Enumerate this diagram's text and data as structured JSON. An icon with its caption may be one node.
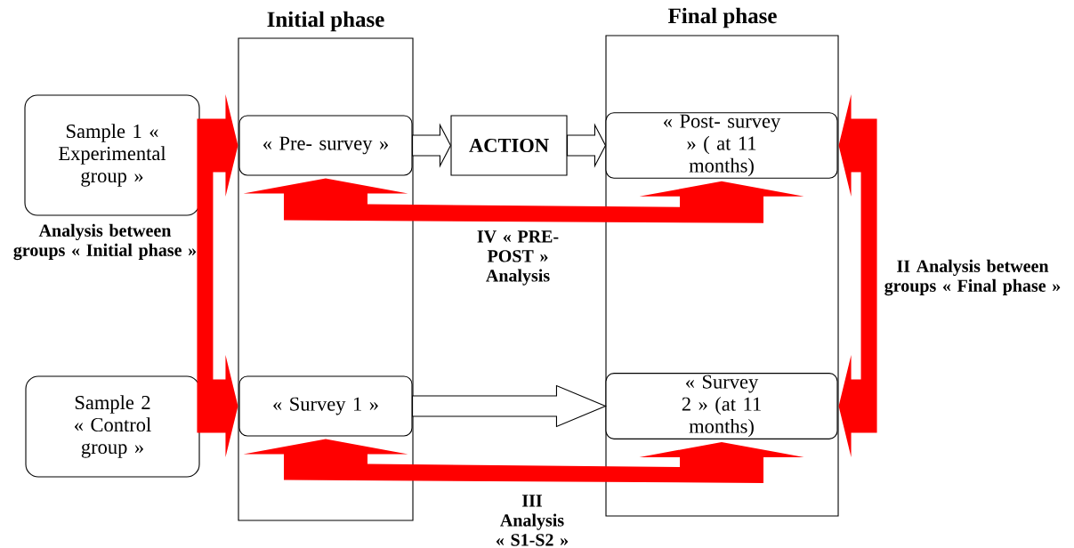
{
  "diagram": {
    "nodes": [
      {
        "text": [
          "Initial phase"
        ]
      },
      {
        "text": [
          "Final phase"
        ]
      },
      {
        "text": [
          "Sample 1 « Experimental group »"
        ]
      },
      {
        "text": [
          "Sample 2 « Control group »"
        ]
      },
      {
        "text": [
          "« Pre- survey »"
        ],
        "in": 0
      },
      {
        "text": [
          "« Survey 1 »"
        ],
        "in": 0
      },
      {
        "text": [
          "ACTION"
        ]
      },
      {
        "text": [
          "« Post- survey » ( at 11 months)"
        ],
        "in": 1
      },
      {
        "text": [
          "« Survey 2 » (at 11 months)"
        ],
        "in": 1
      }
    ],
    "edges": [
      {
        "from": 4,
        "to": 6,
        "arrow": "to"
      },
      {
        "from": 6,
        "to": 7,
        "arrow": "to"
      },
      {
        "from": 5,
        "to": 8,
        "arrow": "to"
      },
      {
        "from": 4,
        "to": 5,
        "arrow": "both",
        "label": "Analysis between groups « Initial phase »",
        "style": "thick",
        "color": "#ff0000"
      },
      {
        "from": 7,
        "to": 8,
        "arrow": "both",
        "label": "II Analysis between groups « Final phase »",
        "style": "thick",
        "color": "#ff0000"
      },
      {
        "from": 4,
        "to": 7,
        "arrow": "both",
        "label": "IV « PRE-POST » Analysis",
        "style": "thick",
        "color": "#ff0000"
      },
      {
        "from": 5,
        "to": 8,
        "arrow": "both",
        "label": "III Analysis « S1-S2 »",
        "style": "thick",
        "color": "#ff0000"
      }
    ]
  }
}
